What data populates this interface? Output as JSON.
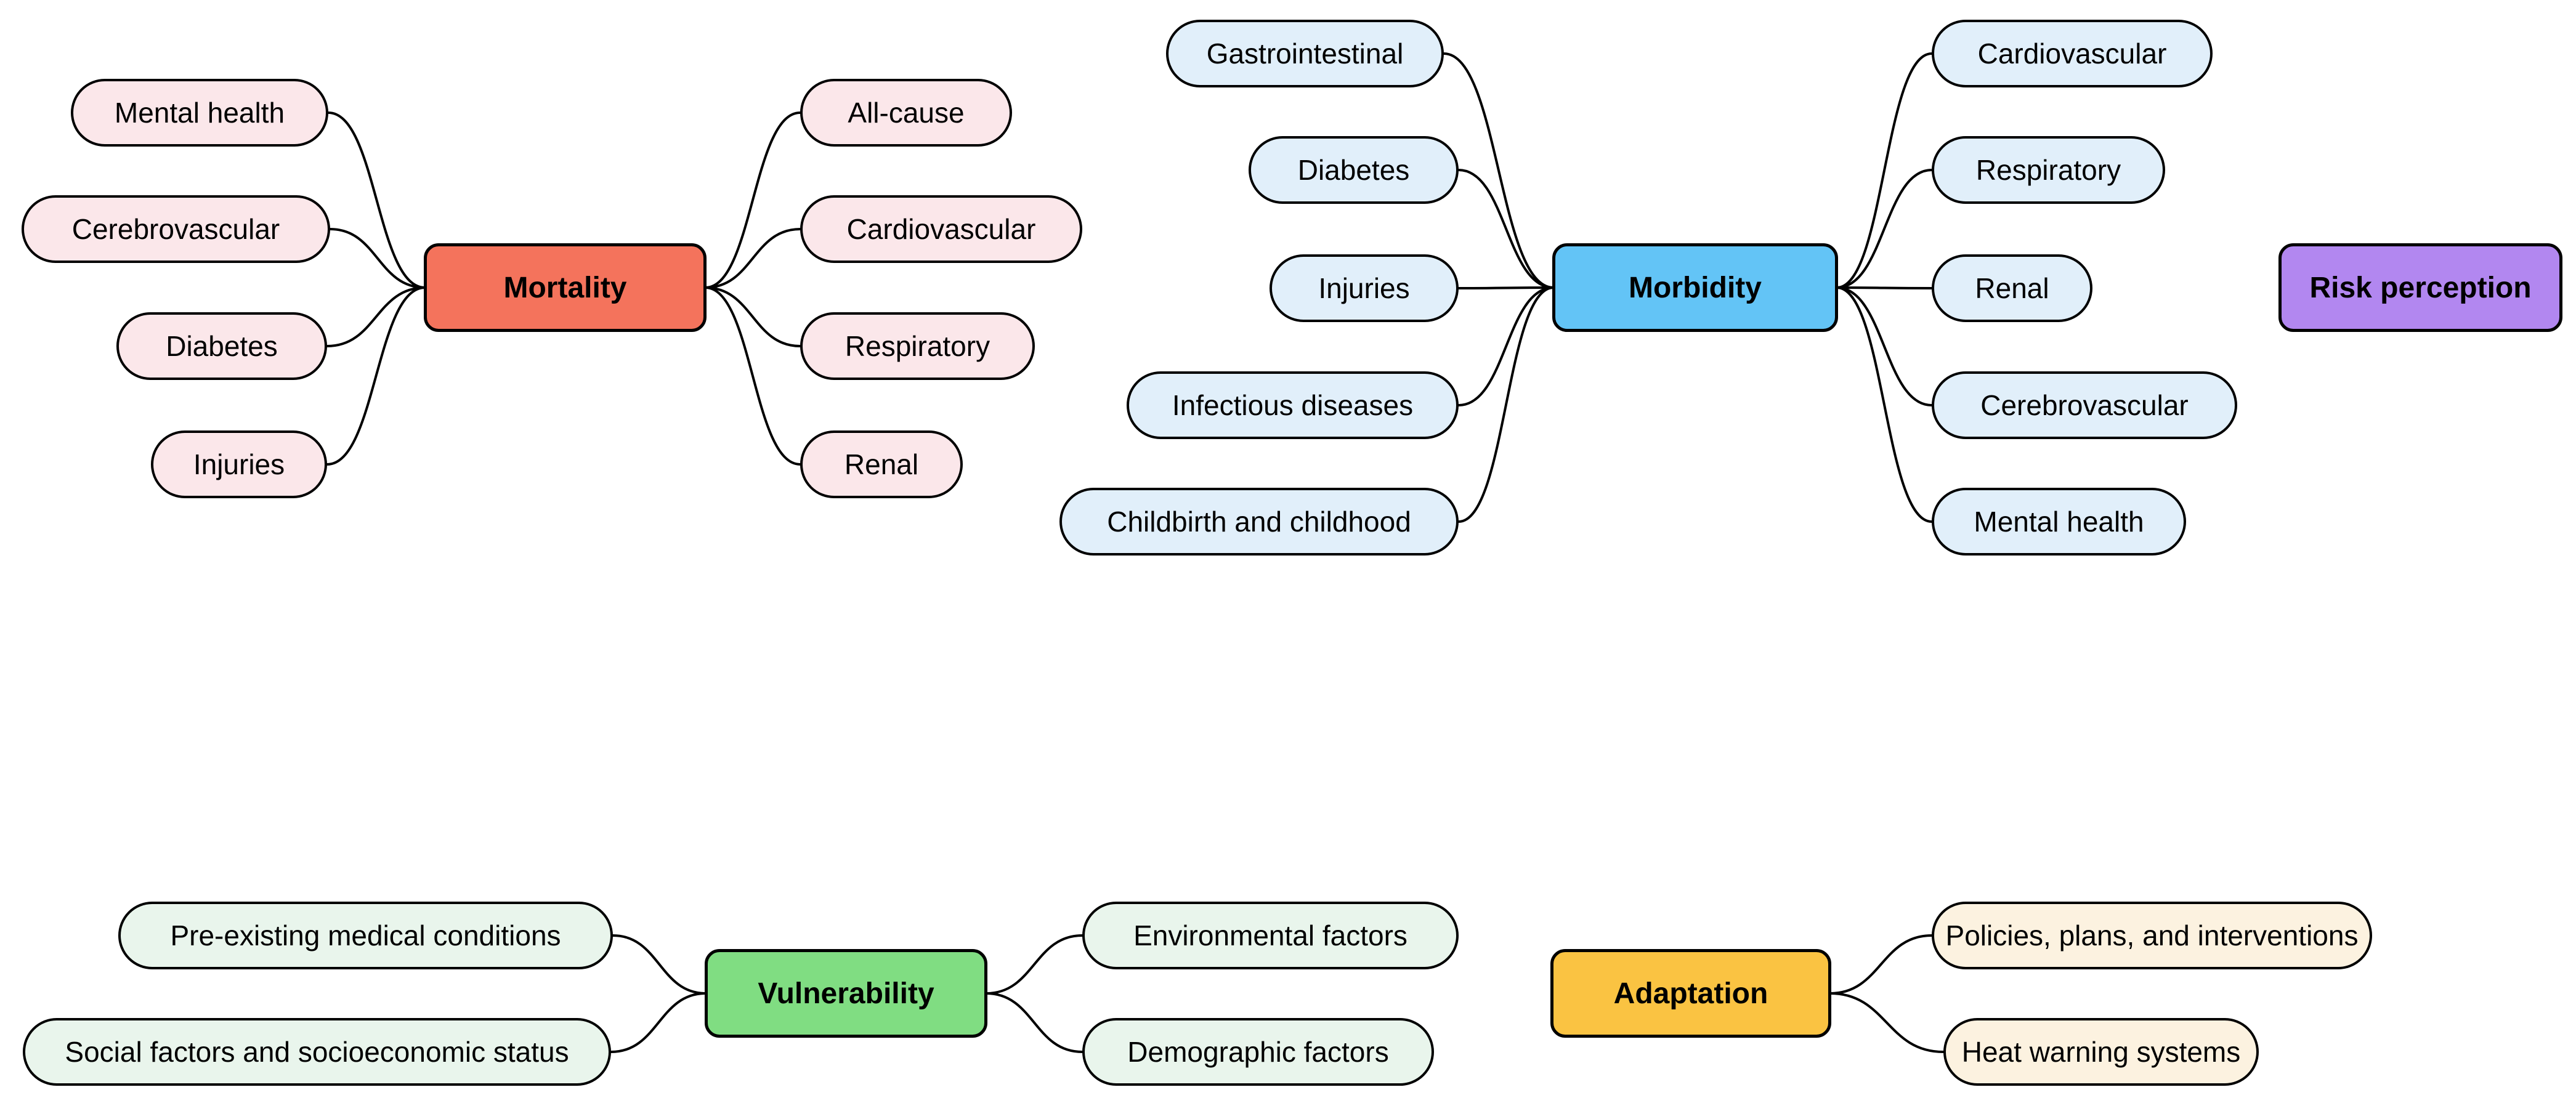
{
  "colors": {
    "edge": "#000000",
    "text": "#000000",
    "background": "#ffffff",
    "mortality_fill": "#F4735C",
    "mortality_leaf_fill": "#FBE7EA",
    "morbidity_fill": "#63C4F6",
    "morbidity_leaf_fill": "#E1EFFA",
    "risk_perception_fill": "#B287F0",
    "vulnerability_fill": "#80DD82",
    "vulnerability_leaf_fill": "#E9F5EC",
    "adaptation_fill": "#FAC342",
    "adaptation_leaf_fill": "#FCF2E0"
  },
  "clusters": [
    {
      "id": "mortality",
      "center": {
        "label": "Mortality"
      },
      "left": [
        {
          "label": "Mental health"
        },
        {
          "label": "Cerebrovascular"
        },
        {
          "label": "Diabetes"
        },
        {
          "label": "Injuries"
        }
      ],
      "right": [
        {
          "label": "All-cause"
        },
        {
          "label": "Cardiovascular"
        },
        {
          "label": "Respiratory"
        },
        {
          "label": "Renal"
        }
      ]
    },
    {
      "id": "morbidity",
      "center": {
        "label": "Morbidity"
      },
      "left": [
        {
          "label": "Gastrointestinal"
        },
        {
          "label": "Diabetes"
        },
        {
          "label": "Injuries"
        },
        {
          "label": "Infectious diseases"
        },
        {
          "label": "Childbirth and childhood"
        }
      ],
      "right": [
        {
          "label": "Cardiovascular"
        },
        {
          "label": "Respiratory"
        },
        {
          "label": "Renal"
        },
        {
          "label": "Cerebrovascular"
        },
        {
          "label": "Mental health"
        }
      ]
    },
    {
      "id": "risk-perception",
      "center": {
        "label": "Risk perception"
      },
      "left": [],
      "right": []
    },
    {
      "id": "vulnerability",
      "center": {
        "label": "Vulnerability"
      },
      "left": [
        {
          "label": "Pre-existing medical conditions"
        },
        {
          "label": "Social factors and socioeconomic status"
        }
      ],
      "right": [
        {
          "label": "Environmental factors"
        },
        {
          "label": "Demographic factors"
        }
      ]
    },
    {
      "id": "adaptation",
      "center": {
        "label": "Adaptation"
      },
      "left": [],
      "right": [
        {
          "label": "Policies, plans, and interventions"
        },
        {
          "label": "Heat warning systems"
        }
      ]
    }
  ]
}
